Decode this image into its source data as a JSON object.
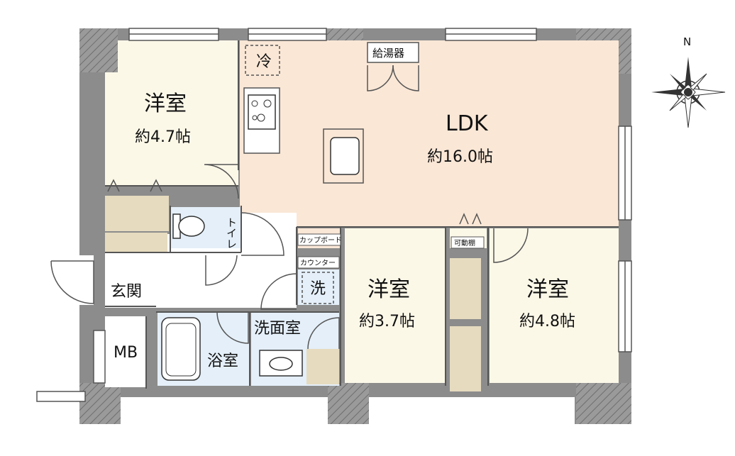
{
  "colors": {
    "wall": "#8c8c8c",
    "bedroom": "#fcf8e8",
    "ldk": "#fae7d6",
    "wet": "#e4eff9",
    "storage": "#e6dbbf",
    "hallway": "#ffffff",
    "line": "#555555"
  },
  "compass": {
    "north": "N"
  },
  "rooms": {
    "bedroom1": {
      "name": "洋室",
      "area": "約4.7帖"
    },
    "ldk": {
      "name": "LDK",
      "area": "約16.0帖"
    },
    "bedroom2": {
      "name": "洋室",
      "area": "約3.7帖"
    },
    "bedroom3": {
      "name": "洋室",
      "area": "約4.8帖"
    },
    "toilet": "トイレ",
    "entrance": "玄関",
    "mb": "MB",
    "bath": "浴室",
    "washroom": "洗面室"
  },
  "fixtures": {
    "fridge": "冷",
    "water_heater": "給湯器",
    "cupboard": "カップボード",
    "counter": "カウンター",
    "washer": "洗",
    "movable_shelf": "可動棚"
  }
}
